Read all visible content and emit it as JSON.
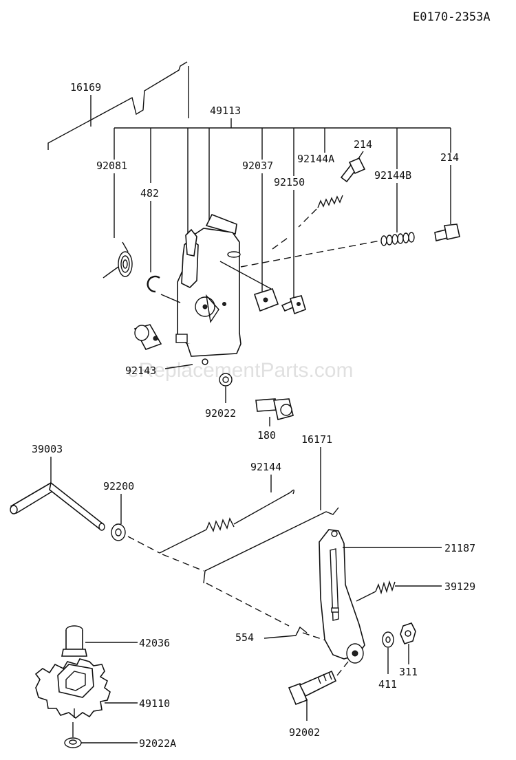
{
  "diagram_code": "E0170-2353A",
  "watermark": "eReplacementParts.com",
  "parts": {
    "p16169": "16169",
    "p49113": "49113",
    "p92081": "92081",
    "p482": "482",
    "p92037": "92037",
    "p92144A": "92144A",
    "p214a": "214",
    "p214b": "214",
    "p92150": "92150",
    "p92144B": "92144B",
    "p92143": "92143",
    "p92022": "92022",
    "p180": "180",
    "p39003": "39003",
    "p92200": "92200",
    "p92144": "92144",
    "p16171": "16171",
    "p21187": "21187",
    "p39129": "39129",
    "p42036": "42036",
    "p554": "554",
    "p49110": "49110",
    "p411": "411",
    "p311": "311",
    "p92002": "92002",
    "p92022A": "92022A"
  }
}
